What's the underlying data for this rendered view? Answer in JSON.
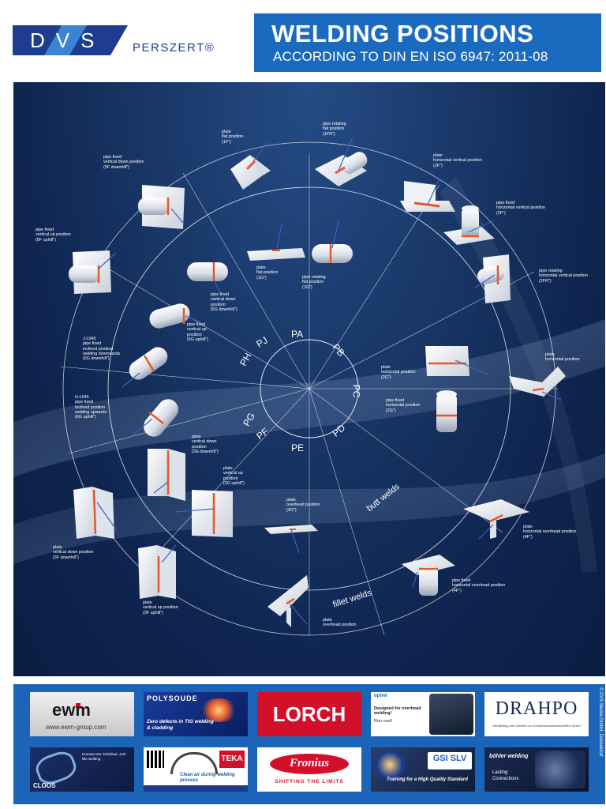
{
  "header": {
    "logo_letters": "DVS",
    "logo_brand": "PERSZERT®",
    "title": "WELDING POSITIONS",
    "subtitle": "ACCORDING TO DIN EN ISO 6947: 2011-08"
  },
  "codes": [
    "PA",
    "PB",
    "PC",
    "PD",
    "PE",
    "PF",
    "PG",
    "PH",
    "PJ"
  ],
  "ring_labels": {
    "butt": "butt welds",
    "fillet": "fillet welds"
  },
  "labels": {
    "plate_flat_1F": "plate\nflat position\n(1F\")",
    "pipe_rotating_1FR": "pipe rotating\nflat position\n(1FR\")",
    "pipe_fixed_5F_downhill": "pipe fixed\nvertical down position\n(5F downhill\")",
    "plate_horizontal_vertical_2F": "plate\nhorizontal vertical position\n(2F\")",
    "pipe_fixed_horizontal_vertical_2F": "pipe fixed\nhorizontal vertical position\n(2F\")",
    "pipe_fixed_5F_uphill": "pipe fixed\nvertical up position\n(5F uphill\")",
    "plate_flat_1G": "plate\nflat position\n(1G\")",
    "pipe_rotating_1G": "pipe rotating\nflat position\n(1G\")",
    "pipe_rotating_2FR": "pipe rotating\nhorizontal vertical position\n(2FR\")",
    "pipe_fixed_5G_downhill": "pipe fixed\nvertical down\nposition\n(5G downhill\")",
    "pipe_fixed_5G_uphill": "pipe fixed\nvertical up\nposition\n(5G uphill\")",
    "jl045": "J-L045\npipe fixed\ninclined position\nwelding downwards\n(6G downhill\")",
    "plate_horizontal_right": "plate\nhorizontal position",
    "plate_horizontal_2G": "plate\nhorizontal position\n(2G\")",
    "pipe_fixed_horizontal_2G": "pipe fixed\nhorizontal position\n(2G\")",
    "hl045": "H-L045\npipe fixed\ninclined position\nwelding upwards\n(6G uphill\")",
    "plate_vertical_down_3G": "plate\nvertical down\nposition\n(3G downhill\")",
    "plate_vertical_up_3G": "plate\nvertical up\nposition\n(3G uphill\")",
    "plate_overhead_4G": "plate\noverhead position\n(4G\")",
    "plate_horizontal_overhead_4F": "plate\nhorizontal overhead position\n(4F\")",
    "plate_vertical_down_3F": "plate\nvertical down position\n(3F downhill\")",
    "pipe_fixed_horizontal_overhead_4F": "pipe fixed\nhorizontal overhead position\n(4F\")",
    "plate_vertical_up_3F": "plate\nvertical up position\n(3F uphill\")",
    "plate_overhead": "plate\noverhead position"
  },
  "sponsors": {
    "ewm": {
      "name": "ewm",
      "url": "www.ewm-group.com"
    },
    "polysoude": {
      "name": "POLYSOUDE",
      "tagline": "Zero defects in TIG welding & cladding"
    },
    "lorch": {
      "name": "LORCH"
    },
    "optrel": {
      "name": "optrel",
      "tagline": "Designed for overhead welding!",
      "tag2": "Run cool!"
    },
    "drahpo": {
      "name": "DRAHPO",
      "tagline": "Herstellung und Vertrieb von Schweißzusatzwerkstoffen GmbH"
    },
    "cloos": {
      "name": "CLOOS",
      "tagline": "Humans are individual. Just like welding."
    },
    "teka": {
      "name": "TEKA",
      "tagline": "Clean air during welding process"
    },
    "fronius": {
      "name": "Fronius",
      "tagline": "SHIFTING THE LIMITS"
    },
    "gsi": {
      "name": "GSI SLV",
      "tagline": "Training for a High Quality Standard"
    },
    "bohler": {
      "name": "böhler welding",
      "tagline": "Lasting Connections"
    }
  },
  "copyright": "© DVS Media GmbH, Düsseldorf",
  "colors": {
    "title_bg": "#1a6bbf",
    "strip_bg": "#1b64b8",
    "weld": "#e8572a",
    "electrode": "#3a5fc8"
  }
}
